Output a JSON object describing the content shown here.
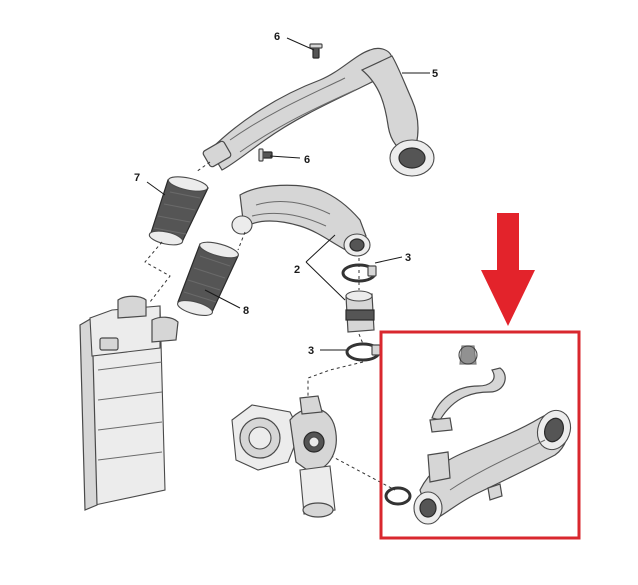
{
  "callouts": {
    "label_2": "2",
    "label_3_upper": "3",
    "label_3_lower": "3",
    "label_5": "5",
    "label_6_upper": "6",
    "label_6_lower": "6",
    "label_7": "7",
    "label_8": "8"
  },
  "highlight": {
    "box_color": "#d9272e",
    "arrow_color": "#e3232b"
  }
}
